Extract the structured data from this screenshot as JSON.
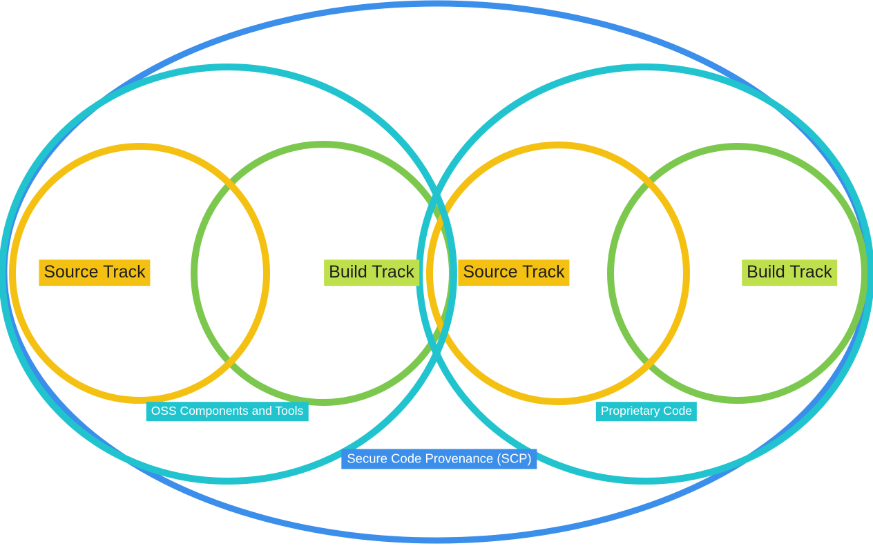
{
  "diagram": {
    "type": "venn-euler",
    "outer": {
      "label": "Secure Code Provenance (SCP)"
    },
    "groups": [
      {
        "name": "oss",
        "label": "OSS Components and Tools",
        "tracks": [
          {
            "name": "source",
            "label": "Source Track"
          },
          {
            "name": "build",
            "label": "Build Track"
          }
        ]
      },
      {
        "name": "proprietary",
        "label": "Proprietary Code",
        "tracks": [
          {
            "name": "source",
            "label": "Source Track"
          },
          {
            "name": "build",
            "label": "Build Track"
          }
        ]
      }
    ]
  },
  "colors": {
    "scp_blue": "#3B8EE9",
    "group_cyan": "#21C4CE",
    "source_yellow": "#F4C112",
    "build_green": "#7CC84F",
    "source_label_bg": "#F4C112",
    "build_label_bg": "#BFE04D",
    "label_text_dark": "#1D1D1D",
    "label_text_light": "#FFFFFF",
    "background": "#FFFFFF"
  }
}
